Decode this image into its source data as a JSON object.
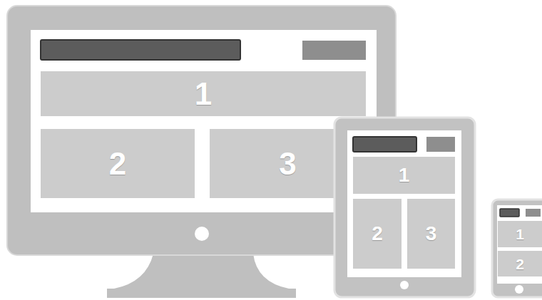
{
  "diagram": {
    "nodes": [
      {
        "text": [
          "1"
        ]
      },
      {
        "text": [
          "2"
        ]
      },
      {
        "text": [
          "3"
        ]
      },
      {
        "text": [
          "1"
        ]
      },
      {
        "text": [
          "2"
        ]
      },
      {
        "text": [
          "3"
        ]
      },
      {
        "text": [
          "1"
        ]
      },
      {
        "text": [
          "2"
        ]
      }
    ]
  }
}
